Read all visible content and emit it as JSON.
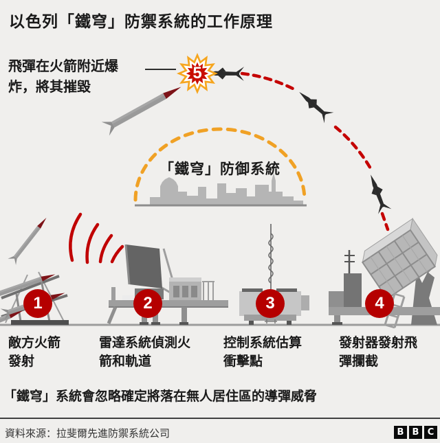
{
  "title": "以色列「鐵穹」防禦系統的工作原理",
  "annotation": {
    "line1": "飛彈在火箭附近爆",
    "line2": "炸，將其摧毀",
    "num": "5"
  },
  "dome": {
    "label": "「鐵穹」防御系統"
  },
  "steps": [
    {
      "num": "1",
      "line1": "敵方火箭",
      "line2": "發射"
    },
    {
      "num": "2",
      "line1": "雷達系統偵測火",
      "line2": "箭和軌道"
    },
    {
      "num": "3",
      "line1": "控制系統估算",
      "line2": "衝擊點"
    },
    {
      "num": "4",
      "line1": "發射器發射飛",
      "line2": "彈攔截"
    }
  ],
  "footnote": "「鐵穹」系統會忽略確定將落在無人居住區的導彈威脅",
  "source": "資料來源：拉斐爾先進防禦系統公司",
  "logo": {
    "b1": "B",
    "b2": "B",
    "c": "C"
  },
  "icons": {
    "explosion-icon": "12-point starburst",
    "enemy-rocket-icon": "gray rocket with red nose",
    "interceptor-rocket-icon": "dark rocket silhouette",
    "radar-waves-icon": "four red arcs",
    "dome-arc-icon": "orange dashed dome",
    "city-skyline-icon": "gray skyline silhouette"
  },
  "colors": {
    "background": "#f0efed",
    "text": "#1a1a1a",
    "accent_red": "#b50000",
    "trajectory_red": "#c40000",
    "accent_orange": "#f0a125",
    "city_gray": "#b5b5b5",
    "silhouette": "#2b2b2b"
  }
}
